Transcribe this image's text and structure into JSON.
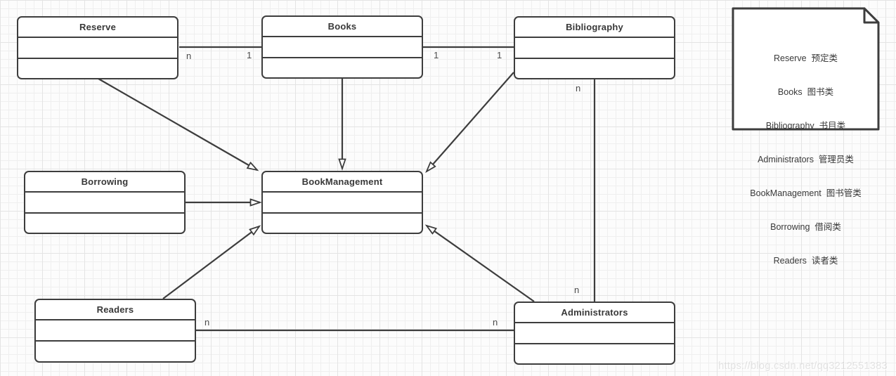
{
  "diagram": {
    "classes": [
      {
        "name": "Reserve"
      },
      {
        "name": "Books"
      },
      {
        "name": "Bibliography"
      },
      {
        "name": "Borrowing"
      },
      {
        "name": "BookManagement"
      },
      {
        "name": "Readers"
      },
      {
        "name": "Administrators"
      }
    ],
    "labels": [
      {
        "text": "n"
      },
      {
        "text": "1"
      },
      {
        "text": "1"
      },
      {
        "text": "1"
      },
      {
        "text": "n"
      },
      {
        "text": "n"
      },
      {
        "text": "n"
      },
      {
        "text": "n"
      }
    ],
    "associations": [
      {
        "from": "Reserve",
        "to": "Books",
        "from_label": "n",
        "to_label": "1",
        "type": "association"
      },
      {
        "from": "Books",
        "to": "Bibliography",
        "from_label": "1",
        "to_label": "1",
        "type": "association"
      },
      {
        "from": "Bibliography",
        "to": "Administrators",
        "from_label": "n",
        "to_label": "n",
        "type": "association"
      },
      {
        "from": "Readers",
        "to": "Administrators",
        "from_label": "n",
        "to_label": "n",
        "type": "association"
      },
      {
        "from": "Reserve",
        "to": "BookManagement",
        "type": "arrow"
      },
      {
        "from": "Books",
        "to": "BookManagement",
        "type": "arrow"
      },
      {
        "from": "Bibliography",
        "to": "BookManagement",
        "type": "arrow"
      },
      {
        "from": "Borrowing",
        "to": "BookManagement",
        "type": "arrow"
      },
      {
        "from": "Readers",
        "to": "BookManagement",
        "type": "arrow"
      },
      {
        "from": "Administrators",
        "to": "BookManagement",
        "type": "arrow"
      }
    ]
  },
  "note": {
    "lines": [
      "Reserve  预定类",
      "Books  图书类",
      "Bibliography  书目类",
      "Administrators  管理员类",
      "BookManagement  图书管类",
      "Borrowing  借阅类",
      "Readers  读者类"
    ]
  },
  "watermark": {
    "text": "https://blog.csdn.net/qq3212551383"
  },
  "colors": {
    "stroke": "#3d3d3d",
    "shape_fill": "#ffffff",
    "grid_minor": "#efefef",
    "grid_major": "#e4e4e4",
    "label": "#4a4a4a"
  }
}
